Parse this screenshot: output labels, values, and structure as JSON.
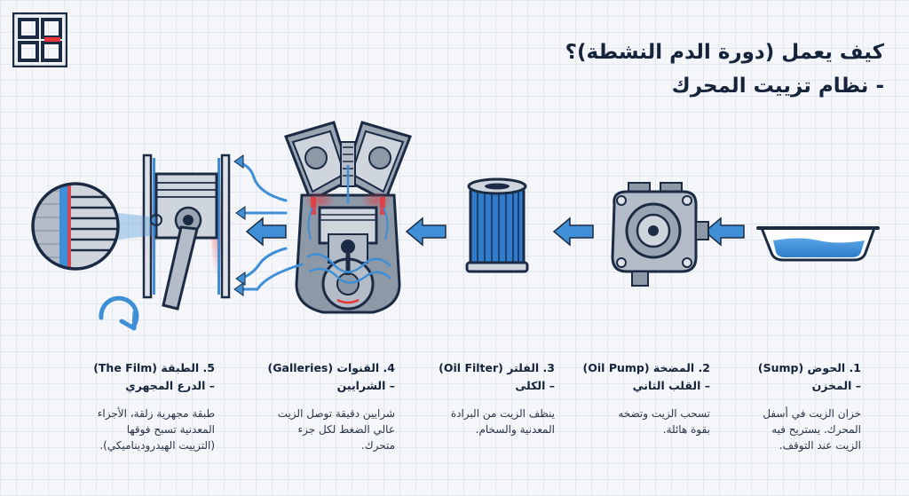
{
  "title": {
    "line1": "كيف يعمل (دورة الدم النشطة)؟",
    "line2": "- نظام تزييت المحرك"
  },
  "colors": {
    "navy": "#1c2b44",
    "blue": "#3f8fd6",
    "oil_blue": "#2f7ccc",
    "red": "#e8353a",
    "grey": "#b4bcc8"
  },
  "icons": [
    "logo-mark",
    "cycle-icon",
    "oil-sump-icon",
    "oil-pump-icon",
    "oil-filter-icon",
    "engine-galleries-icon",
    "piston-film-icon",
    "magnifier-icon",
    "flow-arrow"
  ],
  "steps": [
    {
      "heading1": "1. الحوض (Sump)",
      "heading2": "– المخزن",
      "desc1": "خزان الزيت في أسفل",
      "desc2": "المحرك. يستريح فيه",
      "desc3": "الزيت عند التوقف."
    },
    {
      "heading1": "2. المضخة (Oil Pump)",
      "heading2": "– القلب الثاني",
      "desc1": "تسحب الزيت وتضخه",
      "desc2": "بقوة هائلة.",
      "desc3": ""
    },
    {
      "heading1": "3. الفلتر (Oil Filter)",
      "heading2": "– الكلى",
      "desc1": "ينظف الزيت من البرادة",
      "desc2": "المعدنية والسخام.",
      "desc3": ""
    },
    {
      "heading1": "4. القنوات (Galleries)",
      "heading2": "– الشرايين",
      "desc1": "شرايين دقيقة توصل الزيت",
      "desc2": "عالي الضغط لكل جزء",
      "desc3": "متحرك."
    },
    {
      "heading1": "5. الطبقة (The Film)",
      "heading2": "– الدرع المجهري",
      "desc1": "طبقة مجهرية زلقة، الأجزاء",
      "desc2": "المعدنية تسبح فوقها",
      "desc3": "(التزييت الهيدروديناميكي)."
    }
  ]
}
